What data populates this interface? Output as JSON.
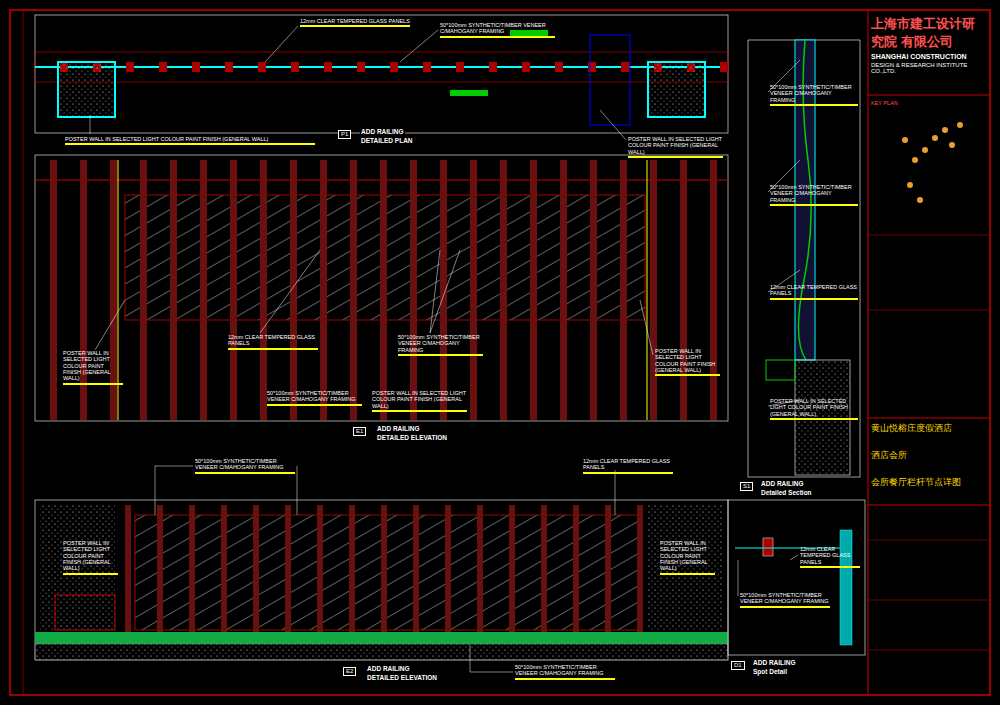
{
  "diagram": {
    "nodes": [
      {
        "text": [
          "上海市建工设计研究院 有限公司",
          "SHANGHAI CONSTRUCTION",
          "DESIGN & RESEARCH INSTITUTE CO.,LTD."
        ]
      },
      {
        "text": [
          "黄山悦榕庄度假酒店"
        ]
      },
      {
        "text": [
          "酒店会所"
        ]
      },
      {
        "text": [
          "会所餐厅栏杆节点详图"
        ]
      }
    ],
    "labels": [
      "12mm CLEAR TEMPERED GLASS PANELS",
      "50*100mm SYNTHETIC/TIMBER VENEER C/MAHOGANY FRAMING",
      "POSTER WALL IN SELECTED LIGHT COLOUR PAINT FINISH (GENERAL WALL)",
      "POSTER WALL IN SELECTED LIGHT COLOUR PAINT FINISH (GENERAL WALL)",
      "P1",
      "ADD RAILING",
      "DETAILED PLAN",
      "POSTER WALL IN SELECTED LIGHT COLOUR PAINT FINISH (GENERAL WALL)",
      "12mm CLEAR TEMPERED GLASS PANELS",
      "50*100mm SYNTHETIC/TIMBER VENEER C/MAHOGANY FRAMING",
      "POSTER WALL IN SELECTED LIGHT COLOUR PAINT FINISH (GENERAL WALL)",
      "50*100mm SYNTHETIC/TIMBER VENEER C/MAHOGANY FRAMING",
      "POSTER WALL IN SELECTED LIGHT COLOUR PAINT FINISH (GENERAL WALL)",
      "E1",
      "ADD RAILING",
      "DETAILED ELEVATION",
      "50*100mm SYNTHETIC/TIMBER VENEER C/MAHOGANY FRAMING",
      "50*100mm SYNTHETIC/TIMBER VENEER C/MAHOGANY FRAMING",
      "12mm CLEAR TEMPERED GLASS PANELS",
      "POSTER WALL IN SELECTED LIGHT COLOUR PAINT FINISH (GENERAL WALL)",
      "S1",
      "ADD RAILING",
      "Detailed Section",
      "50*100mm SYNTHETIC/TIMBER VENEER C/MAHOGANY FRAMING",
      "12mm CLEAR TEMPERED GLASS PANELS",
      "POSTER WALL IN SELECTED LIGHT COLOUR PAINT FINISH (GENERAL WALL)",
      "POSTER WALL IN SELECTED LIGHT COLOUR PAINT FINISH (GENERAL WALL)",
      "50*100mm SYNTHETIC/TIMBER VENEER C/MAHOGANY FRAMING",
      "E2",
      "ADD RAILING",
      "DETAILED ELEVATION",
      "12mm CLEAR TEMPERED GLASS PANELS",
      "50*100mm SYNTHETIC/TIMBER VENEER C/MAHOGANY FRAMING",
      "D1",
      "ADD RAILING",
      "Spot Detail",
      "KEY PLAN"
    ]
  }
}
